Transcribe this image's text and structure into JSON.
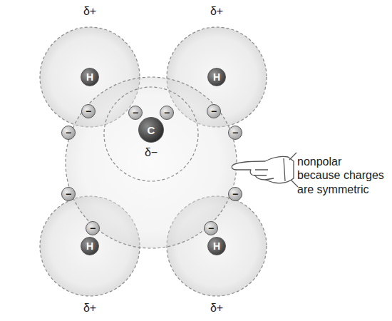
{
  "diagram": {
    "nodes": [
      {
        "text": [
          "H"
        ]
      },
      {
        "text": [
          "H"
        ]
      },
      {
        "text": [
          "H"
        ]
      },
      {
        "text": [
          "H"
        ]
      },
      {
        "text": [
          "C"
        ]
      },
      {
        "text": [
          "−"
        ]
      },
      {
        "text": [
          "−"
        ]
      },
      {
        "text": [
          "−"
        ]
      },
      {
        "text": [
          "−"
        ]
      },
      {
        "text": [
          "−"
        ]
      },
      {
        "text": [
          "−"
        ]
      },
      {
        "text": [
          "−"
        ]
      },
      {
        "text": [
          "−"
        ]
      },
      {
        "text": [
          "−"
        ]
      },
      {
        "text": [
          "−"
        ]
      }
    ],
    "labels": [
      "δ+",
      "δ+",
      "δ−",
      "δ+",
      "δ+",
      "nonpolar because charges are symmetric"
    ]
  }
}
